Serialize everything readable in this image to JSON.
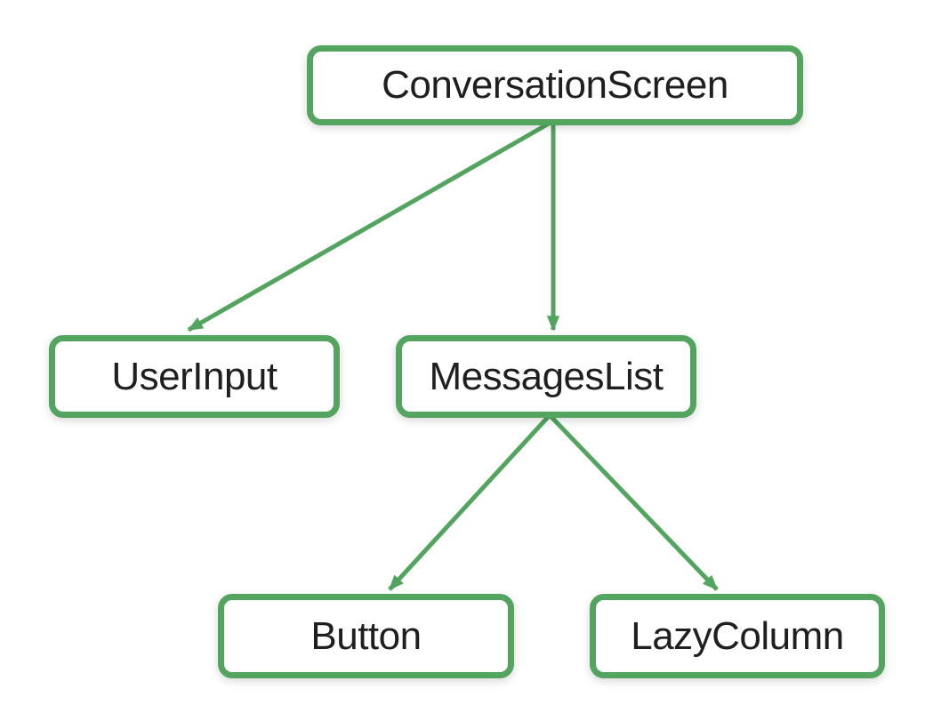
{
  "diagram": {
    "type": "tree",
    "nodes": [
      {
        "id": "conversation-screen",
        "label": "ConversationScreen"
      },
      {
        "id": "user-input",
        "label": "UserInput"
      },
      {
        "id": "messages-list",
        "label": "MessagesList"
      },
      {
        "id": "button",
        "label": "Button"
      },
      {
        "id": "lazy-column",
        "label": "LazyColumn"
      }
    ],
    "edges": [
      {
        "from": "ConversationScreen",
        "to": "UserInput"
      },
      {
        "from": "ConversationScreen",
        "to": "MessagesList"
      },
      {
        "from": "MessagesList",
        "to": "Button"
      },
      {
        "from": "MessagesList",
        "to": "LazyColumn"
      }
    ]
  },
  "colors": {
    "accent": "#52A45E",
    "node_fill": "#FFFFFF",
    "text": "#1F1F1F",
    "background": "#FFFFFF"
  }
}
